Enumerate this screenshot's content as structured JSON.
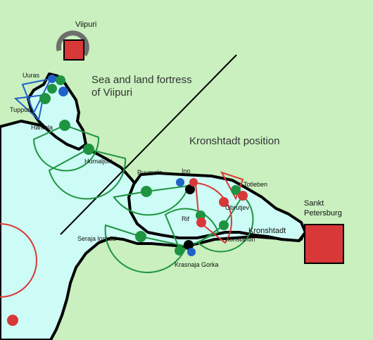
{
  "map": {
    "colors": {
      "land": "#c9f0be",
      "water": "#cdfbf5",
      "coast": "#000000",
      "green_battery": "#1e9440",
      "blue_battery": "#1f62c8",
      "red_battery": "#d83838",
      "black_battery": "#000000",
      "city": "#d83838",
      "boundary_line": "#000000"
    },
    "labels": {
      "viipuri": "Viipuri",
      "viipuri_fortress_line1": "Sea and land fortress",
      "viipuri_fortress_line2": "of Viipuri",
      "kronshtadt_position": "Kronshtadt position",
      "sankt_petersburg_line1": "Sankt",
      "sankt_petersburg_line2": "Petersburg",
      "uuras": "Uuras",
      "tuppura": "Tuppura",
      "harkola": "Härkola",
      "humaljoki": "Humaljoki",
      "puumala": "Puumala",
      "ino": "Ino",
      "totleben": "Totleben",
      "obrutjev": "Obrutjev",
      "rif": "Rif",
      "kronshtadt": "Kronshtadt",
      "konstantin": "Konstantin",
      "seraja_loshad": "Seraja loshad",
      "krasnaja_gorka": "Krasnaja Gorka"
    }
  }
}
